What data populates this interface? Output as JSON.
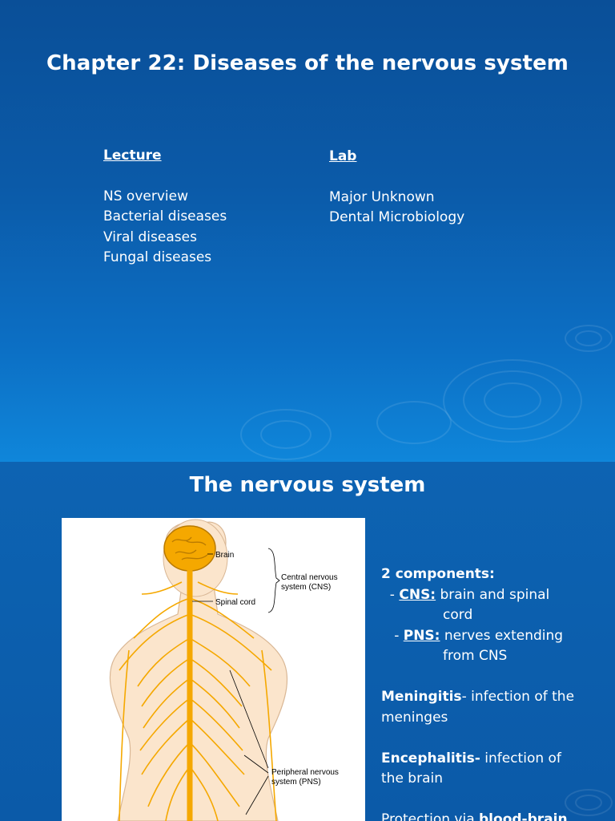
{
  "slide1": {
    "title": "Chapter 22:  Diseases of the nervous system",
    "lecture": {
      "heading": "Lecture",
      "items": [
        "NS overview",
        "Bacterial diseases",
        "Viral diseases",
        "Fungal diseases"
      ]
    },
    "lab": {
      "heading": "Lab",
      "items": [
        "Major Unknown",
        "Dental Microbiology"
      ]
    }
  },
  "slide2": {
    "title": "The nervous system",
    "diagram": {
      "brain_label": "Brain",
      "spinal_label": "Spinal cord",
      "cns_label_1": "Central nervous",
      "cns_label_2": "system (CNS)",
      "pns_label_1": "Peripheral nervous",
      "pns_label_2": "system (PNS)"
    },
    "text": {
      "components_heading": "2 components:",
      "cns_prefix": "  - ",
      "cns_term": "CNS:",
      "cns_desc_1": " brain and spinal",
      "cns_desc_2": "cord",
      "pns_prefix": "   - ",
      "pns_term": "PNS:",
      "pns_desc_1": " nerves extending",
      "pns_desc_2": "from CNS",
      "meningitis_term": "Meningitis",
      "meningitis_desc_1": "- infection of the",
      "meningitis_desc_2": "meninges",
      "encephalitis_term": "Encephalitis-",
      "encephalitis_desc_1": " infection of",
      "encephalitis_desc_2": "the brain",
      "protection_prefix": "Protection via ",
      "protection_term": "blood-brain"
    }
  },
  "colors": {
    "background_top": "#0a4f98",
    "background_bottom": "#0f86da",
    "nerve": "#f5a800",
    "skin": "#fbe5cc"
  }
}
